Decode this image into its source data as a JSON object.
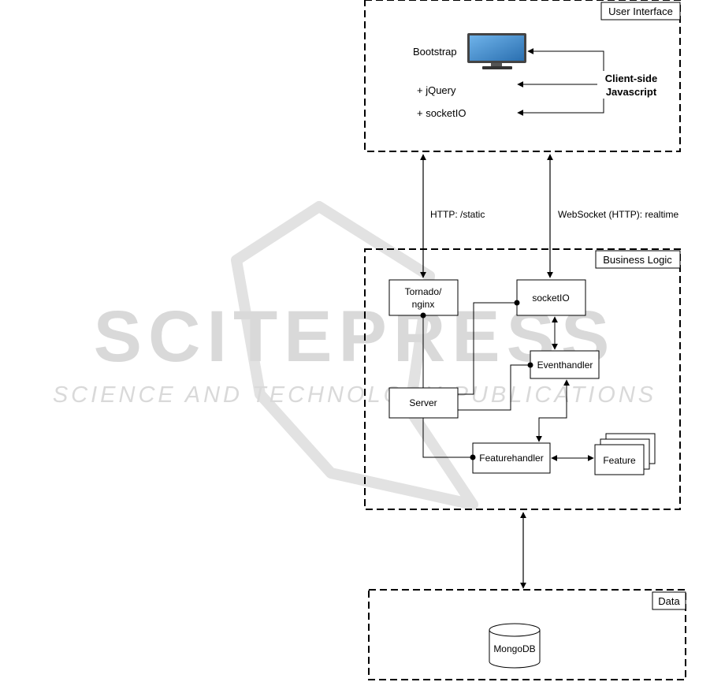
{
  "watermark": {
    "main": "SCITEPRESS",
    "sub": "SCIENCE AND TECHNOLOGY PUBLICATIONS"
  },
  "user_interface": {
    "title": "User Interface",
    "bootstrap": "Bootstrap",
    "jquery": "+ jQuery",
    "socketio": "+ socketIO",
    "client_line1": "Client-side",
    "client_line2": "Javascript"
  },
  "connections": {
    "http": "HTTP: /static",
    "websocket": "WebSocket (HTTP): realtime"
  },
  "business_logic": {
    "title": "Business Logic",
    "tornado_line1": "Tornado/",
    "tornado_line2": "nginx",
    "socketio": "socketIO",
    "eventhandler": "Eventhandler",
    "server": "Server",
    "featurehandler": "Featurehandler",
    "feature": "Feature"
  },
  "data_layer": {
    "title": "Data",
    "mongodb": "MongoDB"
  },
  "colors": {
    "line": "#000000",
    "watermark": "#d9d9d9",
    "monitor_screen": "#3a86c8",
    "monitor_frame": "#444444"
  }
}
